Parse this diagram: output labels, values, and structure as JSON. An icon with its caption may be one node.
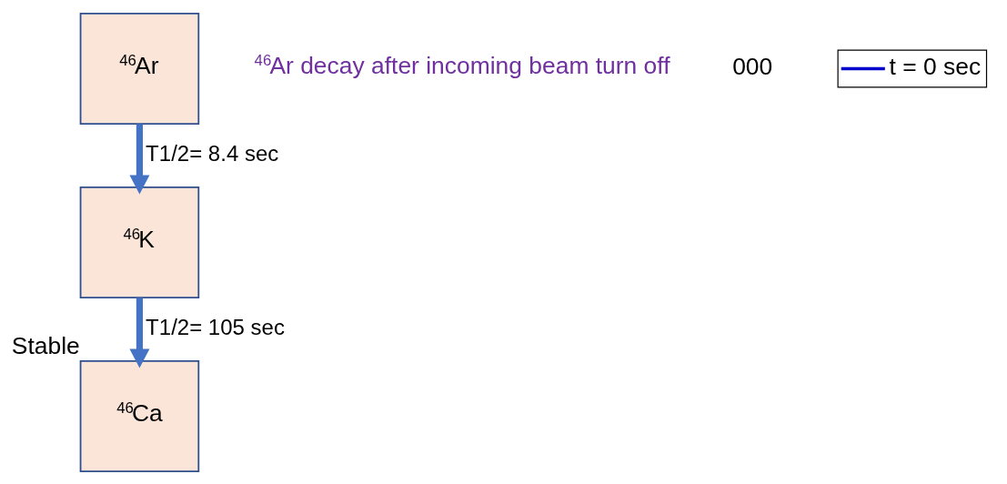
{
  "diagram": {
    "nodes": [
      {
        "text": [
          "$^{46}$Ar"
        ]
      },
      {
        "text": [
          "$^{46}$K"
        ]
      },
      {
        "text": [
          "$^{46}$Ca"
        ],
        "beside": [
          "Stable"
        ]
      }
    ],
    "edges": [
      {
        "from": 0,
        "to": 1,
        "arrow": "to",
        "label": "T1/2= 8.4 sec"
      },
      {
        "from": 1,
        "to": 2,
        "arrow": "to",
        "label": "T1/2= 105 sec"
      }
    ],
    "labels": [
      "$^{46}$Ar decay after incoming beam turn off",
      "000"
    ],
    "legend": [
      {
        "text": "t = 0 sec"
      }
    ]
  }
}
